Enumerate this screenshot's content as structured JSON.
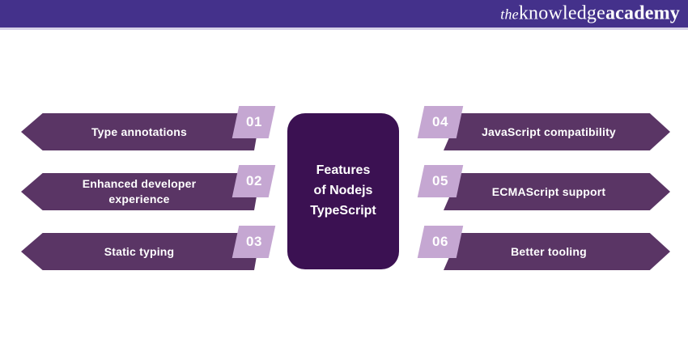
{
  "header": {
    "logo": {
      "the": "the",
      "knowledge": "knowledge",
      "academy": "academy"
    }
  },
  "center": {
    "title_lines": [
      "Features",
      "of Nodejs",
      "TypeScript"
    ]
  },
  "features": [
    {
      "number": "01",
      "label": "Type annotations",
      "side": "left"
    },
    {
      "number": "02",
      "label": "Enhanced developer experience",
      "side": "left"
    },
    {
      "number": "03",
      "label": "Static typing",
      "side": "left"
    },
    {
      "number": "04",
      "label": "JavaScript compatibility",
      "side": "right"
    },
    {
      "number": "05",
      "label": "ECMAScript support",
      "side": "right"
    },
    {
      "number": "06",
      "label": "Better tooling",
      "side": "right"
    }
  ],
  "colors": {
    "header_bg": "#44318B",
    "header_underline": "#D6D1E8",
    "arrow_bg": "#5A3565",
    "badge_bg": "#C5A7D2",
    "center_bg": "#3B1152",
    "text": "#FFFFFF",
    "page_bg": "#FFFFFF"
  }
}
